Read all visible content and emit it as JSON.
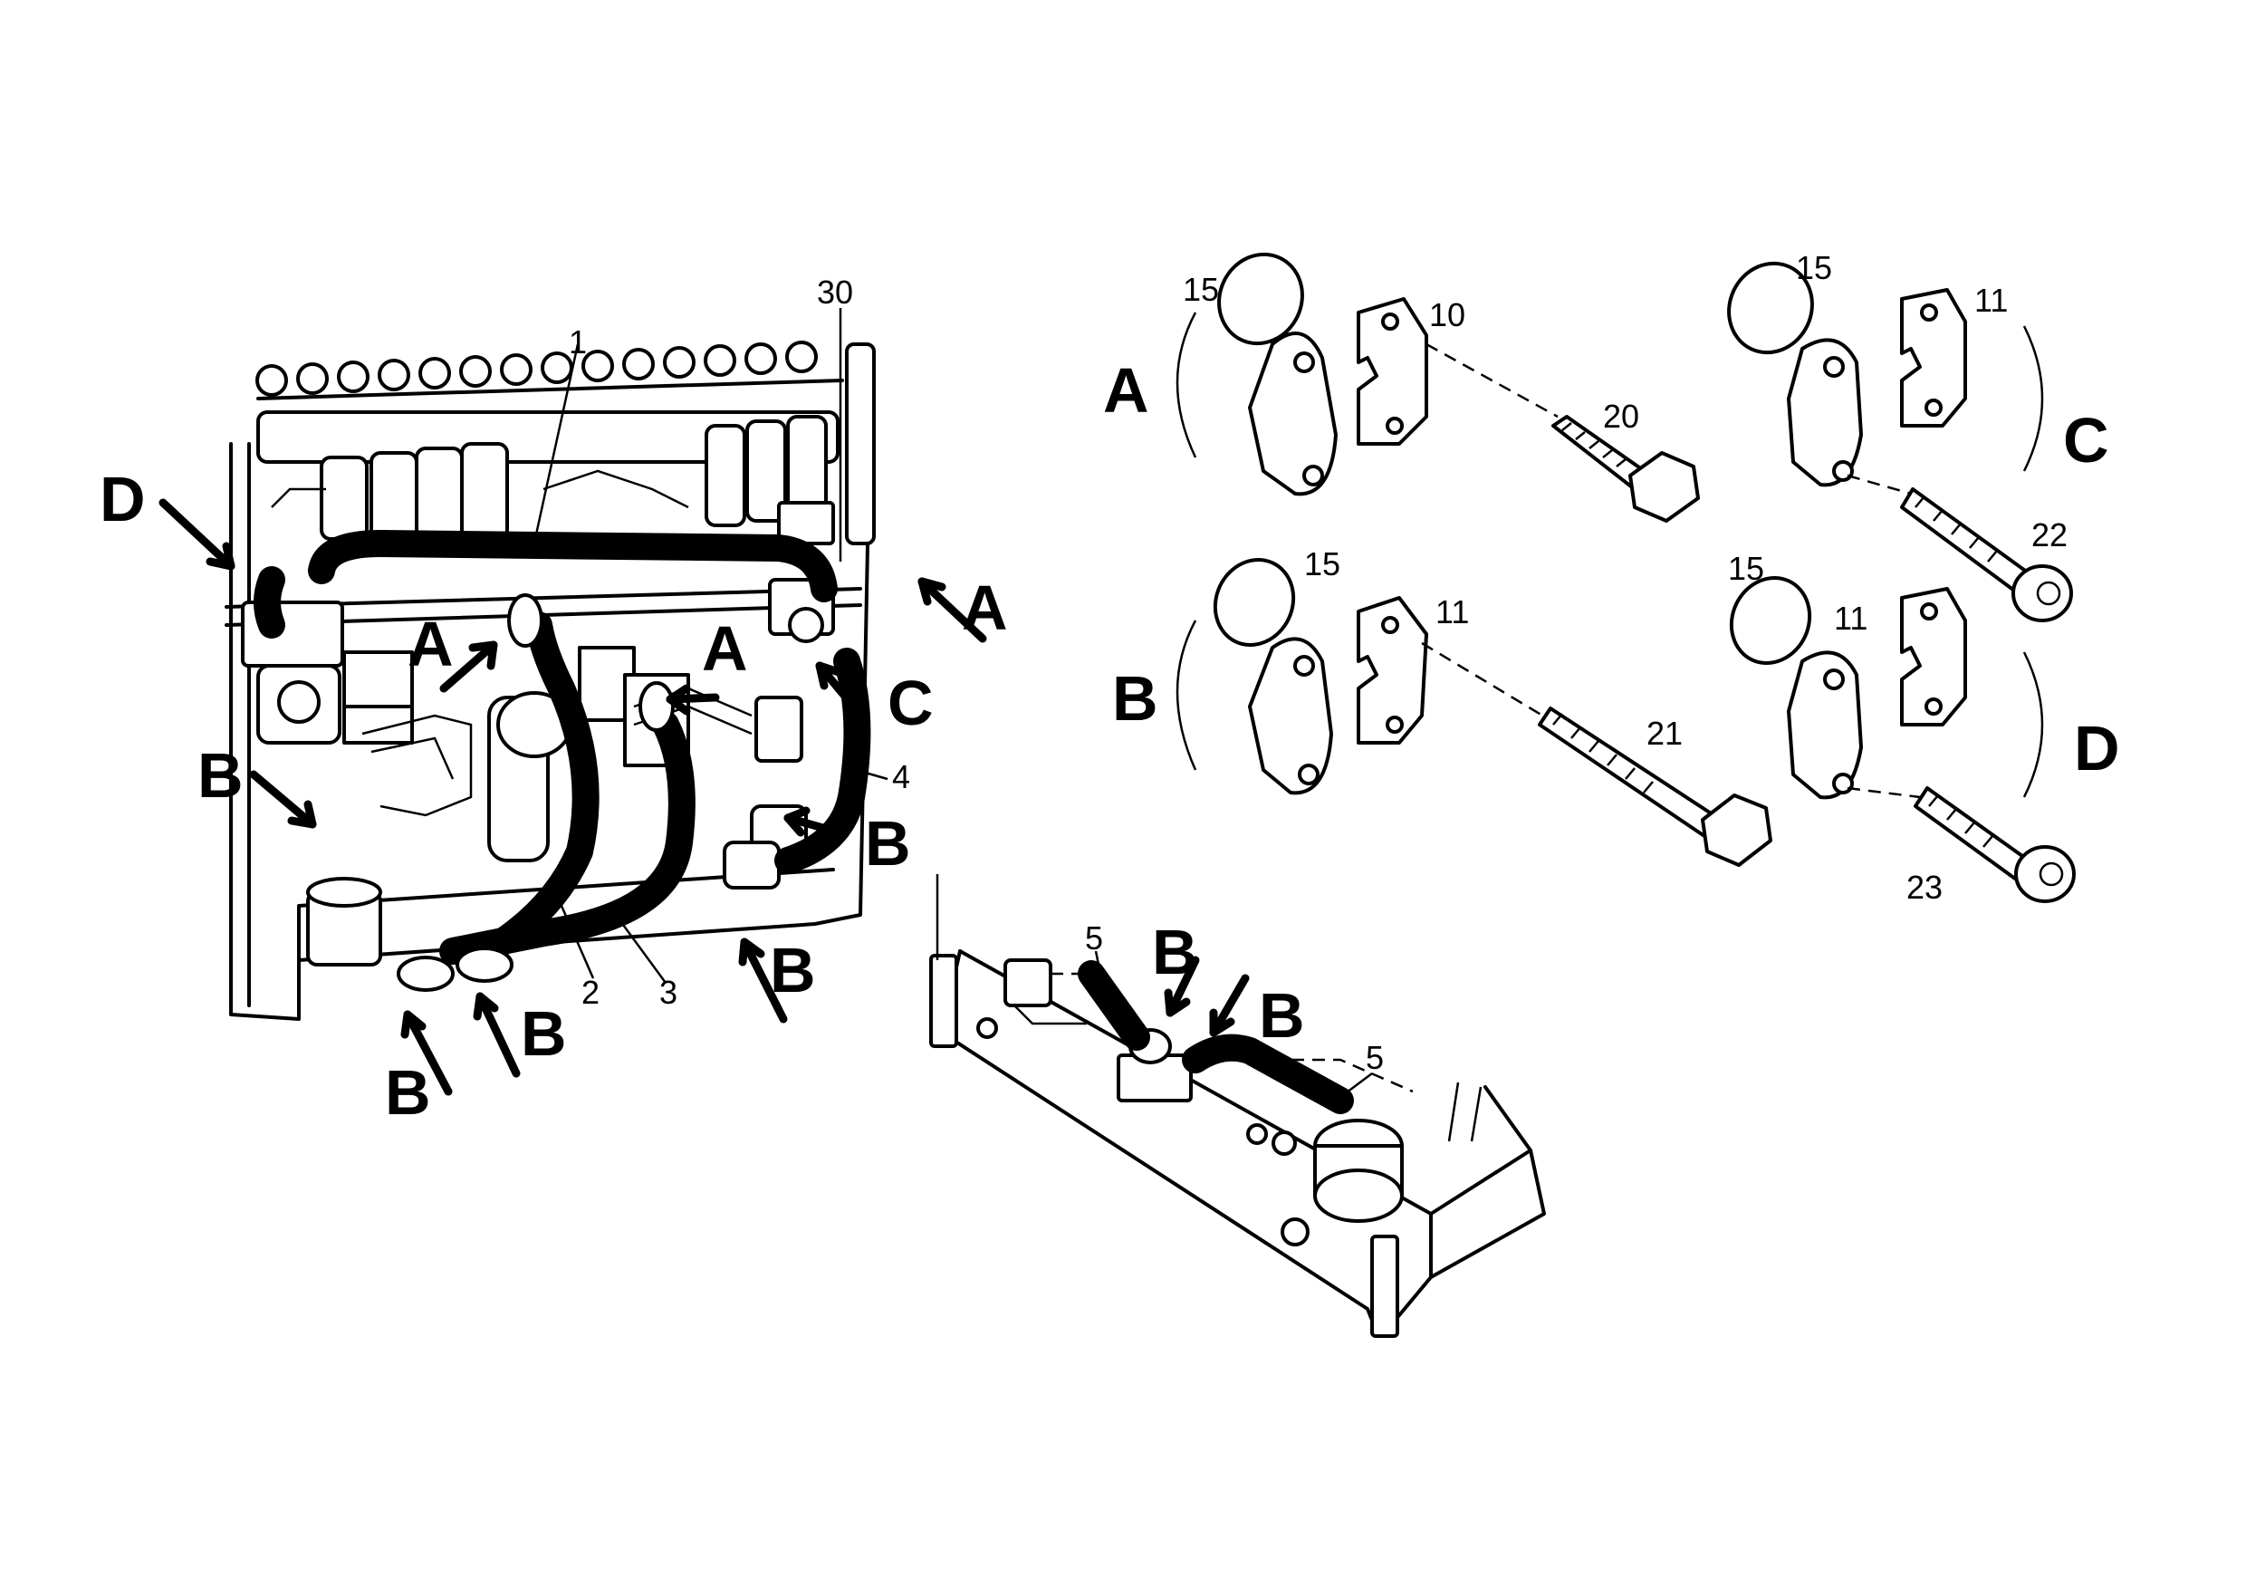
{
  "callouts": {
    "c30": "30",
    "c1": "1",
    "c2": "2",
    "c3": "3",
    "c4": "4",
    "c5a": "5",
    "c5b": "5",
    "c15a": "15",
    "c15b": "15",
    "c15c": "15",
    "c15d": "15",
    "c10": "10",
    "c11a": "11",
    "c11b": "11",
    "c11c": "11",
    "c20": "20",
    "c21": "21",
    "c22": "22",
    "c23": "23"
  },
  "view_letters": {
    "engine_d": "D",
    "engine_a1": "A",
    "engine_a2": "A",
    "engine_a3": "A",
    "engine_c": "C",
    "engine_b1": "B",
    "engine_b2": "B",
    "engine_b3": "B",
    "engine_b4": "B",
    "engine_b5": "B",
    "tank_b1": "B",
    "tank_b2": "B",
    "detail_a": "A",
    "detail_b": "B",
    "detail_c": "C",
    "detail_d": "D"
  }
}
